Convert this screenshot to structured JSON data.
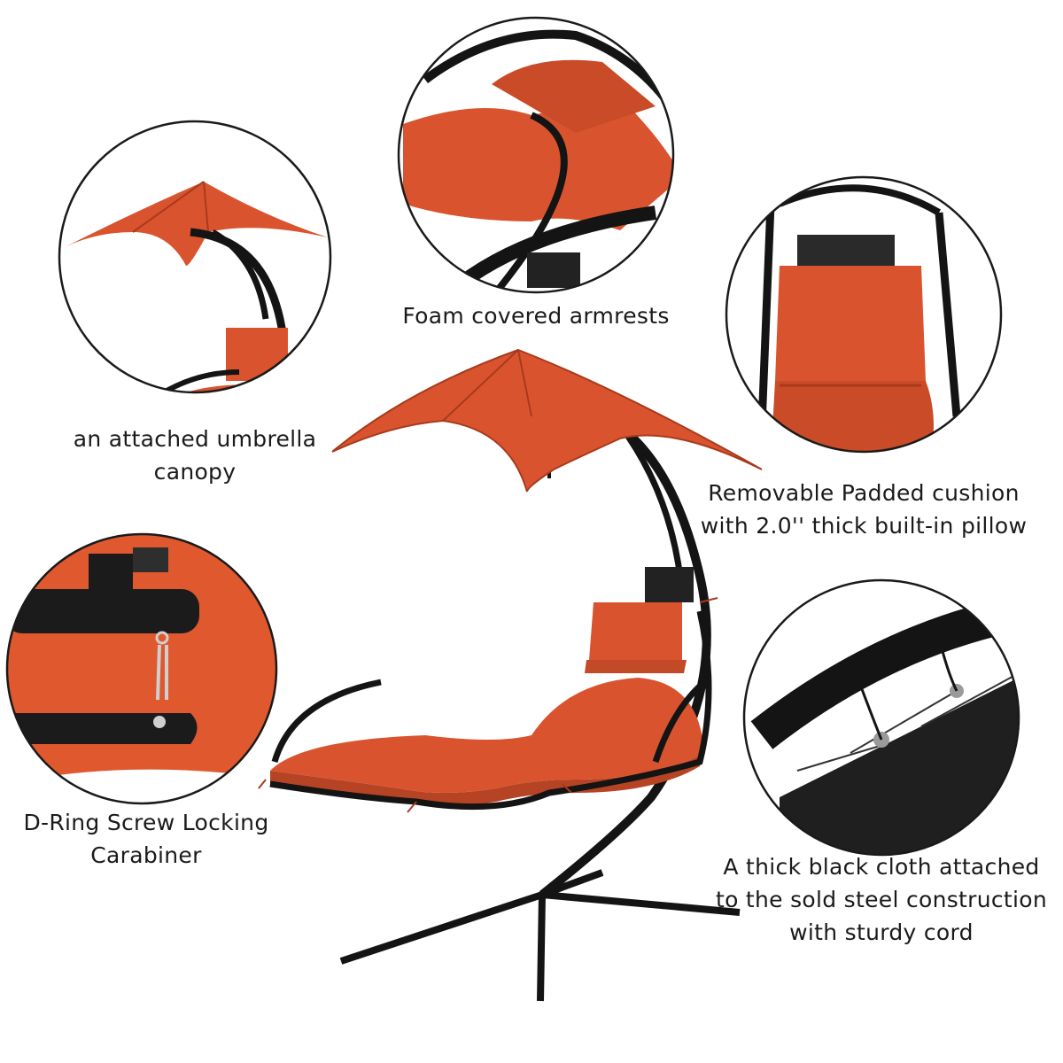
{
  "colors": {
    "cushion": "#d9542e",
    "cushion_shadow": "#a83a1c",
    "frame": "#141414",
    "background": "#ffffff"
  },
  "callouts": [
    {
      "id": "umbrella",
      "lines": [
        "an attached umbrella",
        "canopy"
      ]
    },
    {
      "id": "armrests",
      "lines": [
        "Foam covered armrests"
      ]
    },
    {
      "id": "cushion",
      "lines": [
        "Removable Padded cushion",
        "with 2.0'' thick built-in pillow"
      ]
    },
    {
      "id": "carabiner",
      "lines": [
        "D-Ring Screw Locking",
        "Carabiner"
      ]
    },
    {
      "id": "cloth",
      "lines": [
        "A thick black cloth attached",
        "to the sold steel construction",
        "with sturdy cord"
      ]
    }
  ],
  "icons": [
    "umbrella-canopy-closeup",
    "armrest-closeup",
    "pillow-closeup",
    "carabiner-closeup",
    "cord-closeup",
    "hanging-lounger"
  ]
}
